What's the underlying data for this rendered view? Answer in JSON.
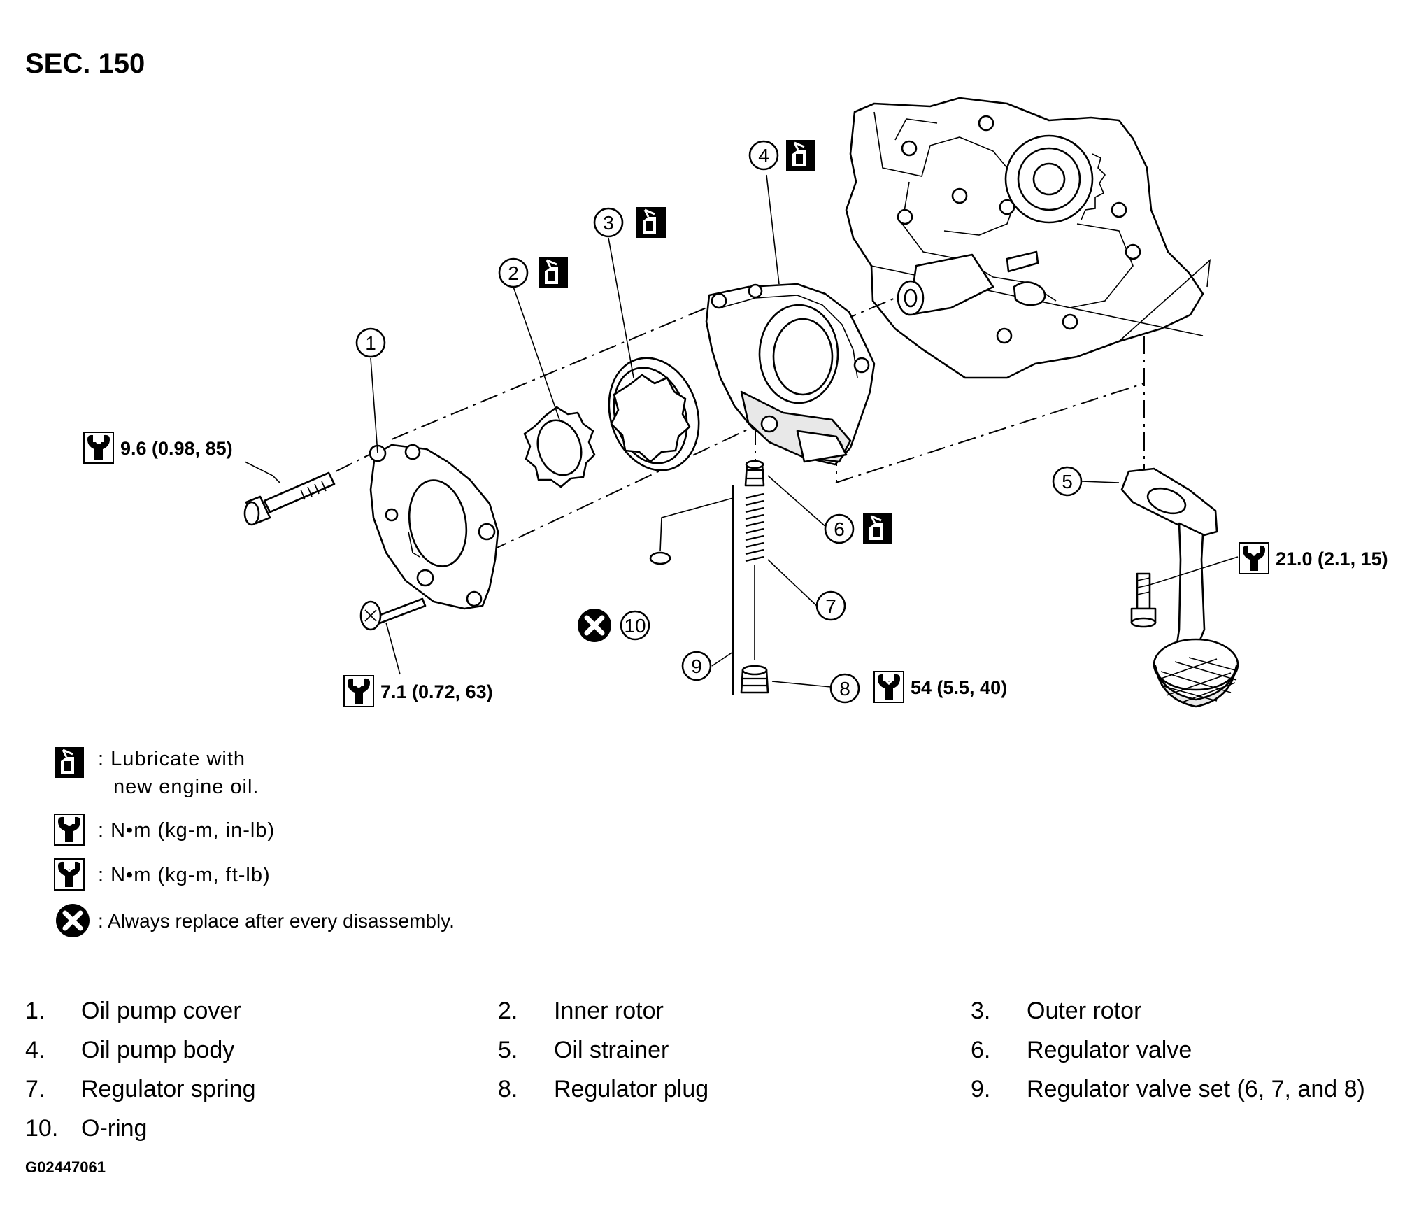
{
  "section": "SEC. 150",
  "figure_code": "G02447061",
  "callouts": [
    {
      "num": "1"
    },
    {
      "num": "2"
    },
    {
      "num": "3"
    },
    {
      "num": "4"
    },
    {
      "num": "5"
    },
    {
      "num": "6"
    },
    {
      "num": "7"
    },
    {
      "num": "8"
    },
    {
      "num": "9"
    },
    {
      "num": "10"
    }
  ],
  "torques": {
    "cover_bolt": "9.6 (0.98, 85)",
    "cover_screw": "7.1 (0.72, 63)",
    "regulator_plug": "54 (5.5, 40)",
    "strainer_bolt": "21.0 (2.1, 15)"
  },
  "legend": {
    "lubricate_line1": ": Lubricate with",
    "lubricate_line2": "new engine oil.",
    "torque_inlb": ": N•m (kg-m, in-lb)",
    "torque_ftlb": ": N•m (kg-m, ft-lb)",
    "replace": ": Always replace after every disassembly."
  },
  "parts": [
    {
      "num": "1.",
      "name": "Oil pump cover"
    },
    {
      "num": "2.",
      "name": "Inner rotor"
    },
    {
      "num": "3.",
      "name": "Outer rotor"
    },
    {
      "num": "4.",
      "name": "Oil pump body"
    },
    {
      "num": "5.",
      "name": "Oil strainer"
    },
    {
      "num": "6.",
      "name": "Regulator valve"
    },
    {
      "num": "7.",
      "name": "Regulator spring"
    },
    {
      "num": "8.",
      "name": "Regulator plug"
    },
    {
      "num": "9.",
      "name": "Regulator valve set (6, 7, and 8)"
    },
    {
      "num": "10.",
      "name": "O-ring"
    }
  ]
}
